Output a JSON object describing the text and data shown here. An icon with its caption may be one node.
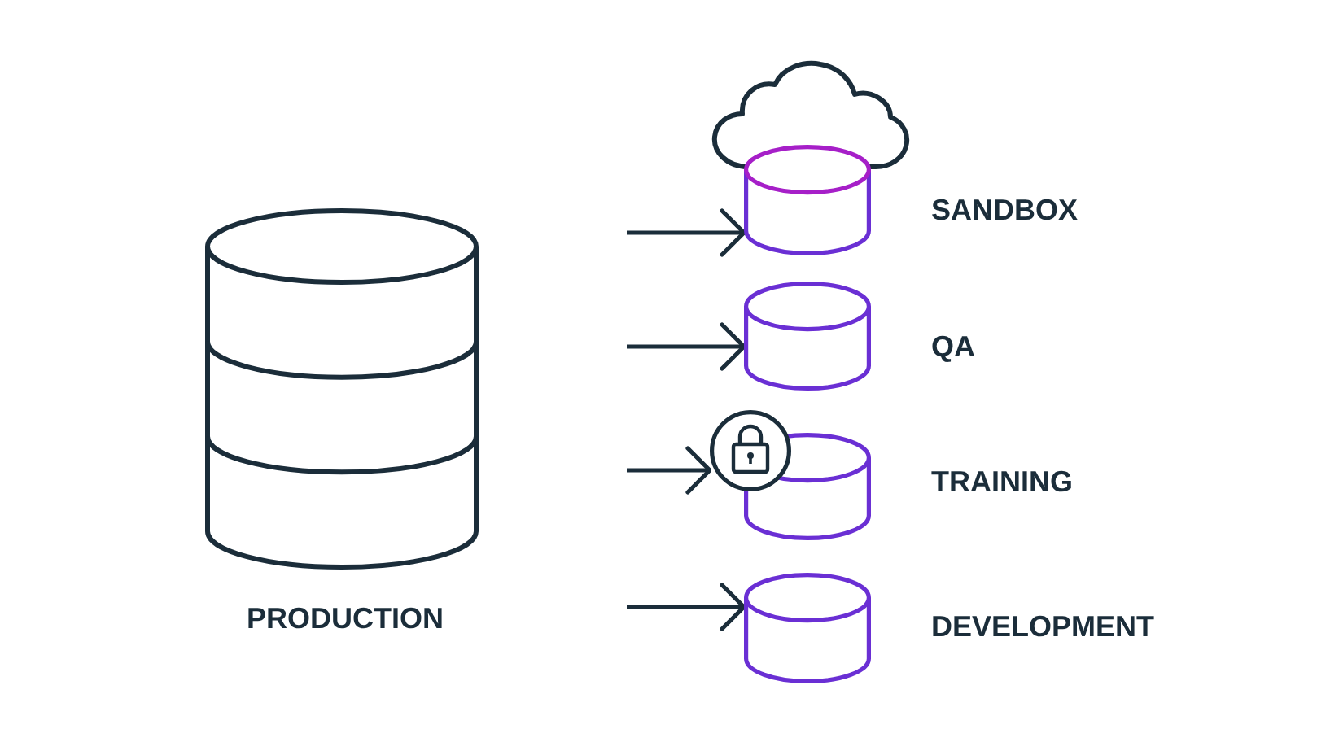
{
  "diagram": {
    "nodes": [
      {
        "text": [],
        "shape": "cylinder",
        "beside": [
          "PRODUCTION"
        ]
      },
      {
        "text": [],
        "shape": "cloud"
      },
      {
        "text": [],
        "shape": "cylinder",
        "beside": [
          "SANDBOX"
        ]
      },
      {
        "text": [],
        "shape": "cylinder",
        "beside": [
          "QA"
        ]
      },
      {
        "text": [],
        "shape": "cylinder",
        "beside": [
          "TRAINING"
        ]
      },
      {
        "text": [],
        "shape": "cylinder",
        "beside": [
          "DEVELOPMENT"
        ]
      }
    ],
    "edges": [
      {
        "from": null,
        "to": 2,
        "arrow": "to"
      },
      {
        "from": null,
        "to": 3,
        "arrow": "to"
      },
      {
        "from": null,
        "to": 4,
        "arrow": "to"
      },
      {
        "from": null,
        "to": 5,
        "arrow": "to"
      }
    ]
  }
}
